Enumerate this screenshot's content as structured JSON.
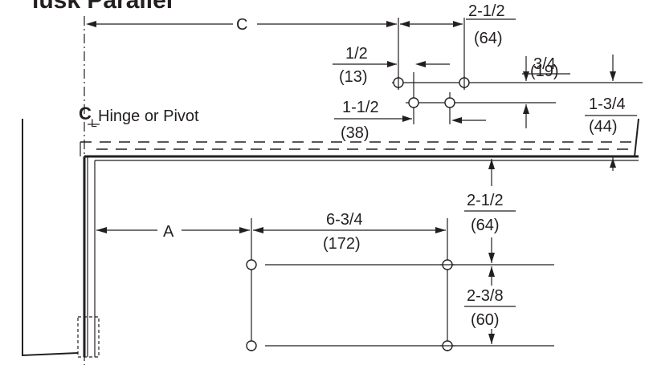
{
  "heading": "lusk Parallel",
  "centerline_symbol": "C",
  "centerline_symbol_sub": "L",
  "hinge_label": "Hinge or Pivot",
  "dimensions": {
    "c": "C",
    "a": "A",
    "top_spacing_in": "2-1/2",
    "top_spacing_mm": "(64)",
    "half_in": "1/2",
    "half_mm": "(13)",
    "three_quarter_in": "3/4",
    "three_quarter_mm": "(19)",
    "one_half_in": "1-1/2",
    "one_half_mm": "(38)",
    "one_three_quarter_in": "1-3/4",
    "one_three_quarter_mm": "(44)",
    "bottom_spacing_in": "6-3/4",
    "bottom_spacing_mm": "(172)",
    "offset_in": "2-1/2",
    "offset_mm": "(64)",
    "vertical_spacing_in": "2-3/8",
    "vertical_spacing_mm": "(60)"
  }
}
